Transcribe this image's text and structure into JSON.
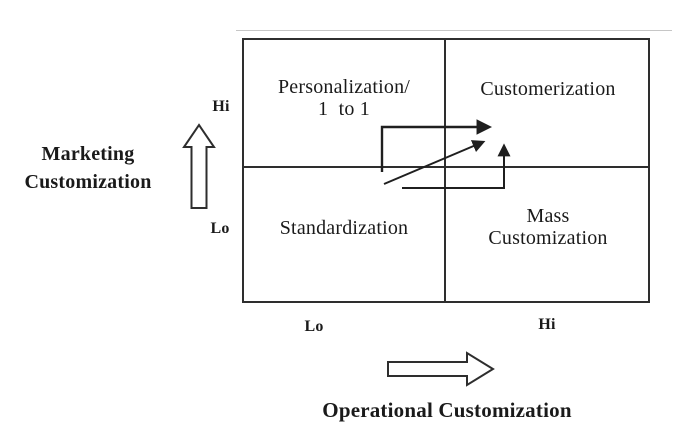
{
  "colors": {
    "ink": "#1a1a1a",
    "line": "#2e2e2e",
    "background": "#ffffff"
  },
  "matrix": {
    "quadrants": {
      "top_left": {
        "line1": "Personalization/",
        "line2": "1  to 1"
      },
      "top_right": {
        "label": "Customerization"
      },
      "bottom_left": {
        "label": "Standardization"
      },
      "bottom_right": {
        "line1": "Mass",
        "line2": "Customization"
      }
    }
  },
  "y_axis": {
    "title_line1": "Marketing",
    "title_line2": "Customization",
    "hi_label": "Hi",
    "lo_label": "Lo",
    "arrow_icon": "up-block-arrow"
  },
  "x_axis": {
    "title": "Operational Customization",
    "lo_label": "Lo",
    "hi_label": "Hi",
    "arrow_icon": "right-block-arrow"
  },
  "transition_arrow_icons": [
    "elbow-arrow-up-right",
    "diagonal-arrow-up-right",
    "elbow-arrow-right-up"
  ]
}
